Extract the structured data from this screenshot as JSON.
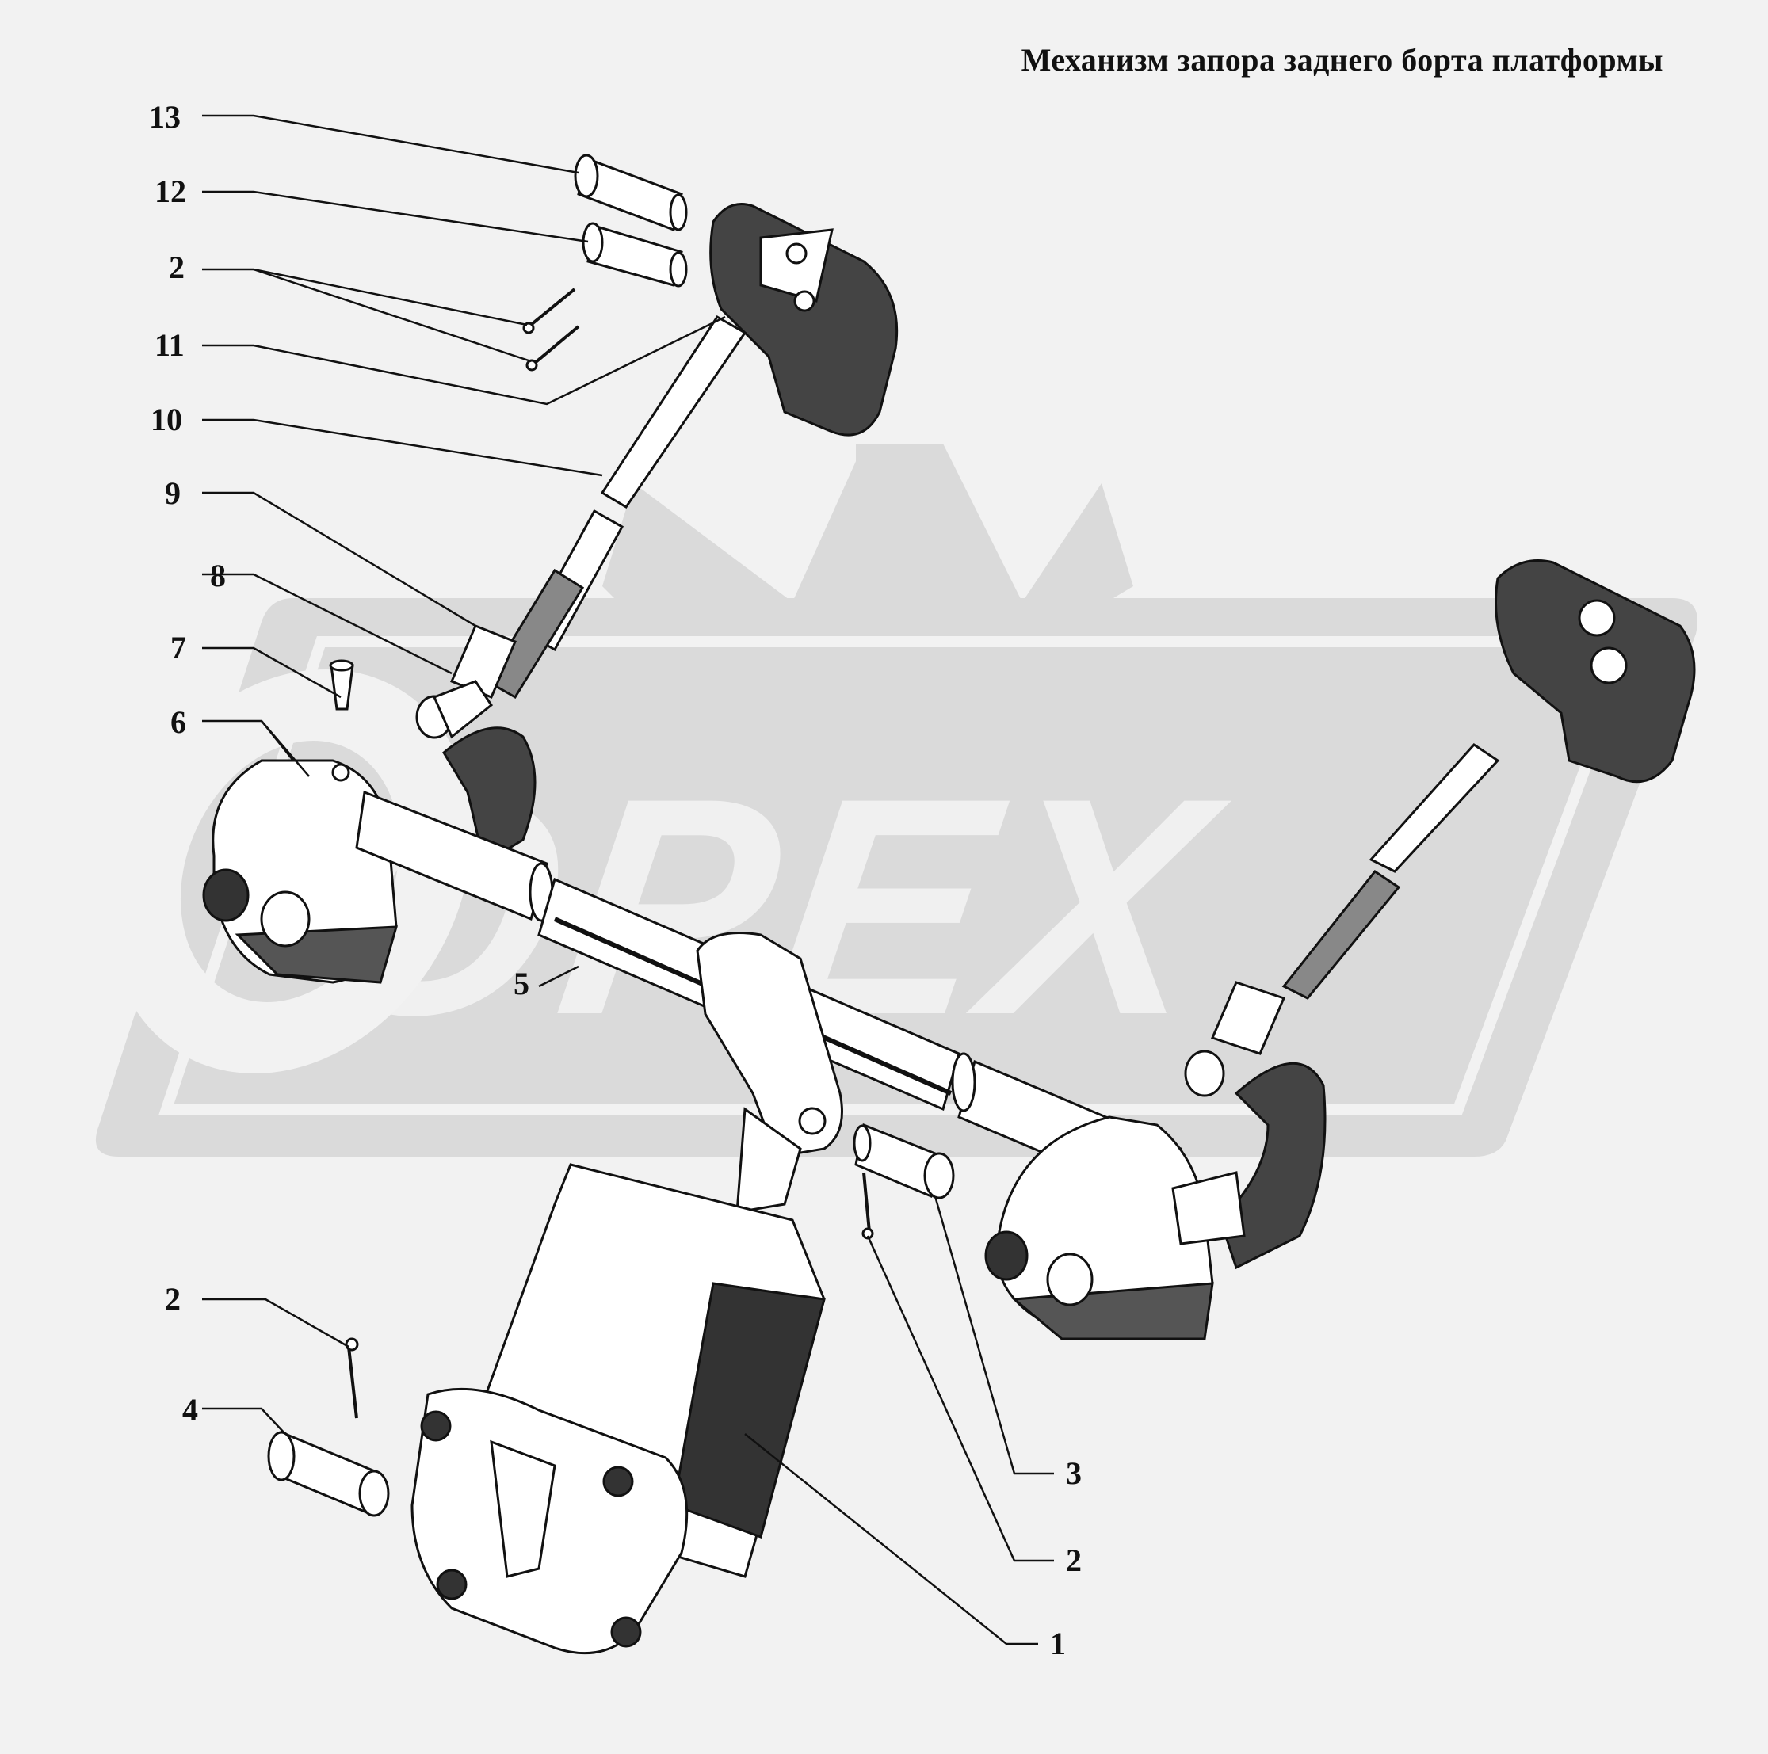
{
  "title": "Механизм запора заднего борта платформы",
  "watermark": {
    "text": "OPEX",
    "color": "#dadada"
  },
  "callouts": [
    {
      "id": "c13",
      "label": "13"
    },
    {
      "id": "c12",
      "label": "12"
    },
    {
      "id": "c2a",
      "label": "2"
    },
    {
      "id": "c11",
      "label": "11"
    },
    {
      "id": "c10",
      "label": "10"
    },
    {
      "id": "c9",
      "label": "9"
    },
    {
      "id": "c8",
      "label": "8"
    },
    {
      "id": "c7",
      "label": "7"
    },
    {
      "id": "c6",
      "label": "6"
    },
    {
      "id": "c5",
      "label": "5"
    },
    {
      "id": "c2b",
      "label": "2"
    },
    {
      "id": "c4",
      "label": "4"
    },
    {
      "id": "c3",
      "label": "3"
    },
    {
      "id": "c2c",
      "label": "2"
    },
    {
      "id": "c1",
      "label": "1"
    }
  ],
  "colors": {
    "background": "#f2f2f2",
    "ink": "#111111",
    "part_fill": "#ffffff",
    "watermark": "#dadada"
  }
}
